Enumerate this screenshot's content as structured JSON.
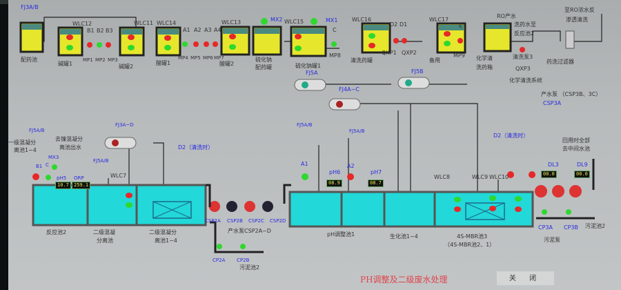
{
  "top": {
    "fj3": "FJ3A/B",
    "peiyao": "配药池",
    "wlc12": "WLC12",
    "b1": "B1",
    "b2": "B2",
    "b3": "B3",
    "mp1": "MP1",
    "mp2": "MP2",
    "mp3": "MP3",
    "wlc11": "WLC11",
    "jian1": "碱罐1",
    "jian2": "碱罐2",
    "wlc14": "WLC14",
    "suan1": "酸罐1",
    "a1": "A1",
    "a2": "A2",
    "a3": "A3",
    "a4": "A4",
    "mp4": "MP4",
    "mp5": "MP5",
    "mp6": "MP6",
    "mp7": "MP7",
    "wlc13": "WLC13",
    "suan2": "酸罐2",
    "mx2": "MX2",
    "na_peiyao_1": "硫化钠",
    "na_peiyao_2": "配药罐",
    "wlc15": "WLC15",
    "mx1": "MX1",
    "c": "C",
    "mp8": "MP8",
    "na_tank": "硫化钠罐1",
    "wlc16": "WLC16",
    "qingxi": "清洗药罐",
    "d2": "D2",
    "d1": "D1",
    "qxp1": "QXP1",
    "qxp2": "QXP2",
    "wlc17": "WLC17",
    "e": "E",
    "mp9": "MP9",
    "beiyong": "备用",
    "ro_1": "RO产水",
    "ro_2": "洗药水至",
    "ro_3": "反应池2",
    "chem_box_1": "化学清",
    "chem_box_2": "洗药箱",
    "pump3": "清洗泵3",
    "qxp3": "QXP3",
    "filter": "药洗过滤器",
    "system": "化学清洗系统",
    "ro_conc_1": "至RO浓水反",
    "ro_conc_2": "渗透清洗",
    "fj5a": "FJ5A",
    "fj5b": "FJ5B",
    "fj4": "FJ4A~C",
    "csp3bc": "产水泵 （CSP3B、3C）",
    "csp3a": "CSP3A"
  },
  "bottom": {
    "fj5ab_1": "FJ5A/B",
    "yiji_1": "一级混凝分",
    "yiji_2": "离池1~4",
    "qunie_1": "去镍混凝分",
    "qunie_2": "离池出水",
    "fj3ad": "FJ3A~D",
    "d2_wash": "D2（清洗时）",
    "fj5ab_2": "FJ5A/B",
    "wlc7": "WLC7",
    "b1": "B1",
    "c": "C",
    "mx3": "MX3",
    "ph5": "pH5",
    "orp": "ORP",
    "ph5_val": "10.7",
    "orp_val": "259.1",
    "fanying": "反应池2",
    "erji_1": "二级混凝",
    "erji_2": "分离池",
    "erji2_1": "二级混凝分",
    "erji2_2": "离池1~4",
    "csp2a": "CSP2A",
    "csp2b": "CSP2B",
    "csp2c": "CSP2C",
    "csp2d": "CSP2D",
    "csp_label": "产水泵CSP2A~D",
    "cp2a": "CP2A",
    "cp2b": "CP2B",
    "wuni2": "污泥池2",
    "fj5ab_3": "FJ5A/B",
    "fj5ab_4": "FJ5A/B",
    "a1": "A1",
    "a2": "A2",
    "ph6": "pH6",
    "ph7": "pH7",
    "ph6_val": "08.9",
    "ph7_val": "08.7",
    "wlc8": "WLC8",
    "wlc9": "WLC9",
    "wlc10": "WLC10",
    "d2_wash2": "D2（清洗时）",
    "reuse_1": "回用时全部",
    "reuse_2": "去中间水池",
    "dl3": "DL3",
    "dl9": "DL9",
    "dl3_val": "00.0",
    "dl9_val": "00.0",
    "ph_pool": "pH调整池1",
    "bio": "生化池1~4",
    "mbr_1": "4S-MBR池3",
    "mbr_2": "（4S-MBR池2、1）",
    "cp3a": "CP3A",
    "cp3b": "CP3B",
    "sludge_pump": "污泥泵",
    "wuni2b": "污泥池2"
  },
  "footer": {
    "title": "PH调整及二级废水处理",
    "close": "关 闭"
  },
  "colors": {
    "water": "#22d8d8",
    "tank": "#e6e62c",
    "on": "#2ed82e",
    "off": "#e62828",
    "label": "#2a2ae0"
  }
}
